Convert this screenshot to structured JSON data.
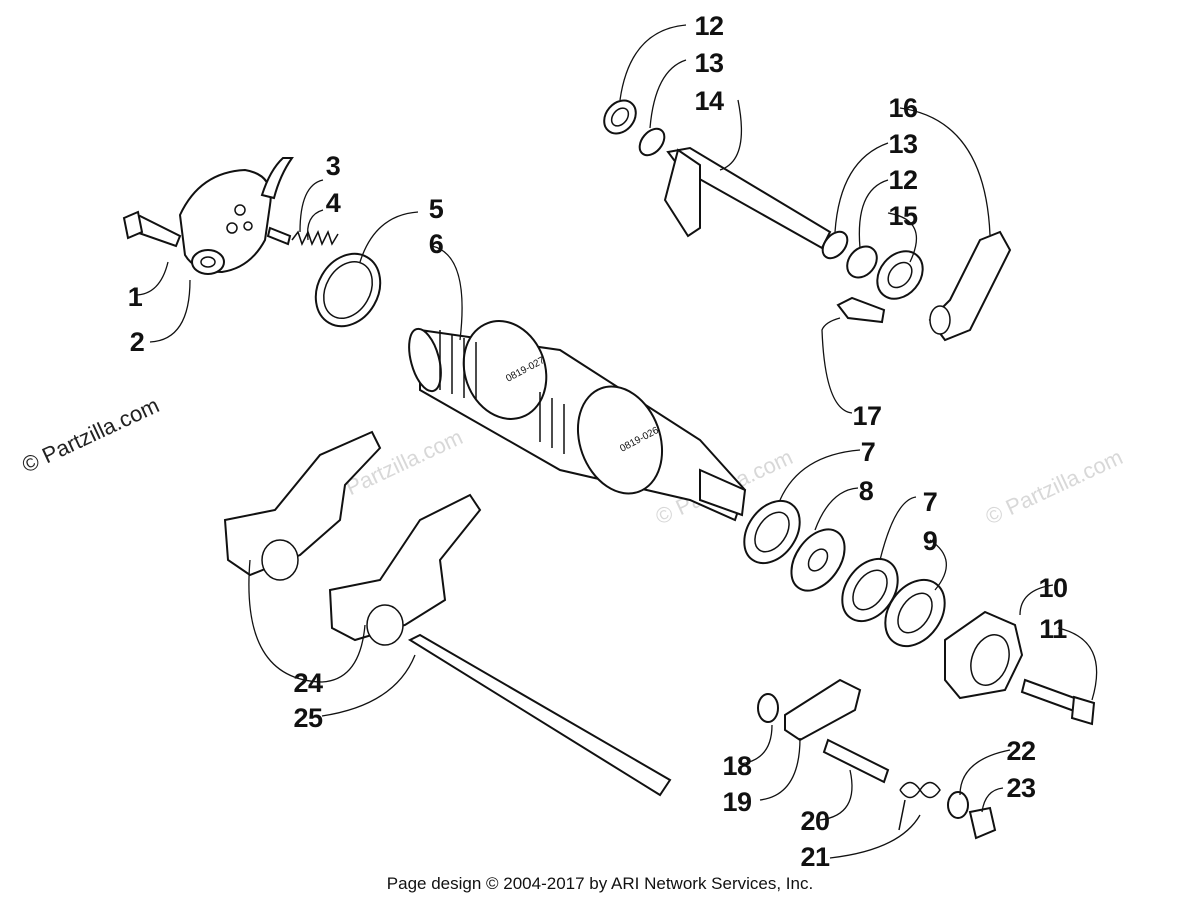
{
  "copyright": "© Partzilla.com",
  "watermark": "© Partzilla.com",
  "footer": "Page design © 2004-2017 by ARI Network Services, Inc.",
  "callouts": [
    "1",
    "2",
    "3",
    "4",
    "5",
    "6",
    "7",
    "8",
    "7",
    "9",
    "10",
    "11",
    "12",
    "13",
    "14",
    "16",
    "13",
    "12",
    "15",
    "17",
    "18",
    "19",
    "20",
    "21",
    "22",
    "23",
    "24",
    "25"
  ],
  "part_marks": [
    "0819-027",
    "0819-026"
  ]
}
